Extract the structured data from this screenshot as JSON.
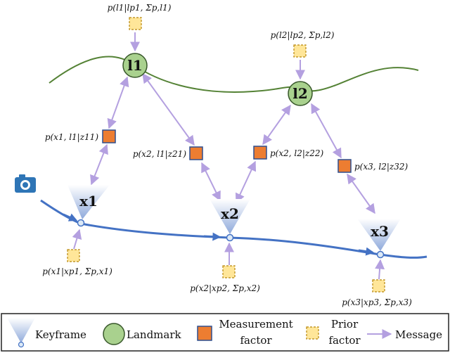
{
  "colors": {
    "landmark_fill": "#a9d18e",
    "landmark_stroke": "#38572a",
    "measurement_fill": "#ed7d31",
    "measurement_stroke": "#2f4f8f",
    "prior_fill": "#ffe699",
    "prior_stroke": "#b8860b",
    "message": "#b4a0e0",
    "trajectory": "#4472c4",
    "landmark_curve": "#548235",
    "keyframe": "#8ea9db",
    "camera": "#2e75b6"
  },
  "icons": {
    "camera": "camera-icon"
  },
  "nodes": {
    "l1": "l1",
    "l2": "l2",
    "x1": "x1",
    "x2": "x2",
    "x3": "x3"
  },
  "prior_labels": {
    "l1": "p(l1|lp1, Σp,l1)",
    "l2": "p(l2|lp2, Σp,l2)",
    "x1": "p(x1|xp1, Σp,x1)",
    "x2": "p(x2|xp2, Σp,x2)",
    "x3": "p(x3|xp3, Σp,x3)"
  },
  "measurement_labels": {
    "z11": "p(x1, l1|z11)",
    "z21": "p(x2, l1|z21)",
    "z22": "p(x2, l2|z22)",
    "z32": "p(x3, l2|z32)"
  },
  "legend": {
    "keyframe": "Keyframe",
    "landmark": "Landmark",
    "measurement_line1": "Measurement",
    "measurement_line2": "factor",
    "prior_line1": "Prior",
    "prior_line2": "factor",
    "message": "Message"
  }
}
